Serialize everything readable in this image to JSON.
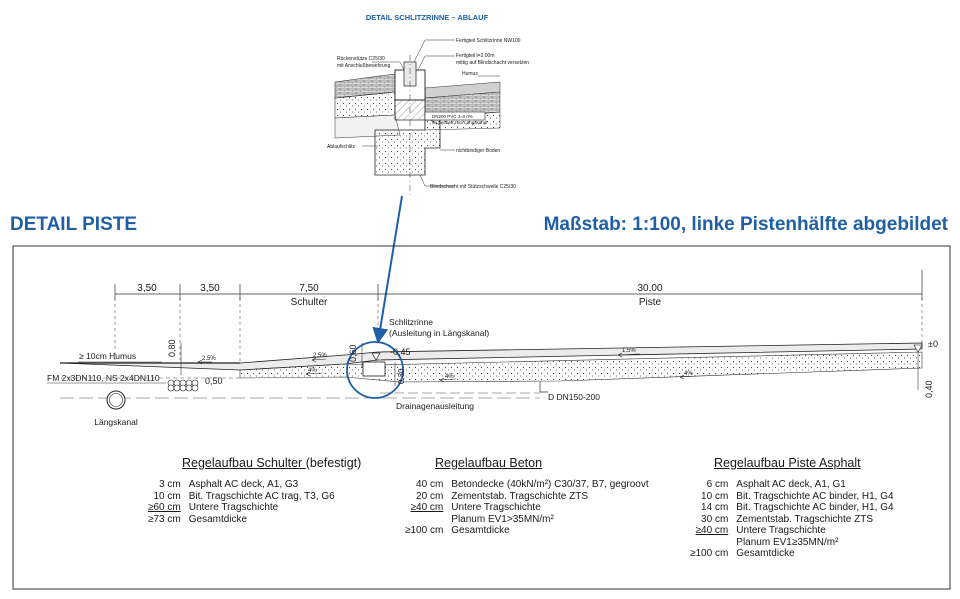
{
  "detail_top": {
    "title": "DETAIL SCHLITZRINNE – ABLAUF",
    "labels": {
      "rueckenstuetze_1": "Rückenstütze C25/30",
      "rueckenstuetze_2": "mit Anschlußbewehrung",
      "fertigteil": "Fertigteil Schlitzrinne NW100",
      "fertigteil_len_1": "Fertigteil l=2.00m",
      "fertigteil_len_2": "mittig auf Blindschacht versetzen",
      "humus": "Humus",
      "dn200_1": "DN200 PVC J=0.0%",
      "dn200_2": "im Seitbett zum Längskanal",
      "ablaufschlitz": "Ablaufschlitz",
      "nichtbindiger": "nichtbindiger Boden",
      "blindschacht": "Blindschacht mit Stützschwelle C25/30"
    }
  },
  "heading_left": "DETAIL PISTE",
  "heading_right": "Maßstab: 1:100, linke Pistenhälfte abgebildet",
  "section": {
    "dims": [
      "3,50",
      "3,50",
      "7,50",
      "30,00"
    ],
    "dim_names": [
      "Schulter",
      "Piste"
    ],
    "labels": {
      "humus": "≥ 10cm Humus",
      "fm": "FM 2x3DN110, NS 2x4DN110",
      "laengskanal": "Längskanal",
      "schlitzrinne_1": "Schlitzrinne",
      "schlitzrinne_2": "(Ausleitung in Längskanal)",
      "drainage": "Drainagenausleitung",
      "d_dn": "D DN150-200",
      "dim_080": "0,80",
      "dim_050": "0,50",
      "dim_060": "0,60",
      "dim_045": "-0,45",
      "dim_030": "0,30",
      "dim_040": "0,40",
      "pm0": "±0"
    },
    "slopes": [
      "2.5%",
      "2.5%",
      "4%",
      "4%",
      "4%",
      "1.5%"
    ]
  },
  "buildups": {
    "schulter": {
      "title": "Regelaufbau Schulter",
      "title_suffix": "(befestigt)",
      "rows": [
        {
          "thick": "3 cm",
          "desc": "Asphalt AC deck, A1, G3"
        },
        {
          "thick": "10 cm",
          "desc": "Bit. Tragschichte AC trag, T3, G6"
        },
        {
          "thick": "≥60 cm",
          "desc": "Untere Tragschichte"
        },
        {
          "thick": "≥73 cm",
          "desc": "Gesamtdicke"
        }
      ]
    },
    "beton": {
      "title": "Regelaufbau Beton",
      "rows": [
        {
          "thick": "40 cm",
          "desc": "Betondecke (40kN/m²) C30/37, B7, gegroovt"
        },
        {
          "thick": "20 cm",
          "desc": "Zementstab. Tragschichte ZTS"
        },
        {
          "thick": "≥40 cm",
          "desc": "Untere Tragschichte"
        },
        {
          "thick": "",
          "desc": "Planum EV1>35MN/m²"
        },
        {
          "thick": "≥100 cm",
          "desc": "Gesamtdicke"
        }
      ]
    },
    "asphalt": {
      "title": "Regelaufbau Piste Asphalt",
      "rows": [
        {
          "thick": "6 cm",
          "desc": "Asphalt AC deck, A1, G1"
        },
        {
          "thick": "10 cm",
          "desc": "Bit. Tragschichte AC binder, H1, G4"
        },
        {
          "thick": "14 cm",
          "desc": "Bit. Tragschichte AC binder, H1, G4"
        },
        {
          "thick": "30 cm",
          "desc": "Zementstab. Tragschichte ZTS"
        },
        {
          "thick": "≥40 cm",
          "desc": "Untere Tragschichte"
        },
        {
          "thick": "",
          "desc": "Planum EV1≥35MN/m²"
        },
        {
          "thick": "≥100 cm",
          "desc": "Gesamtdicke"
        }
      ]
    }
  },
  "colors": {
    "accent": "#1f5fa6",
    "line": "#1a1a1a"
  }
}
